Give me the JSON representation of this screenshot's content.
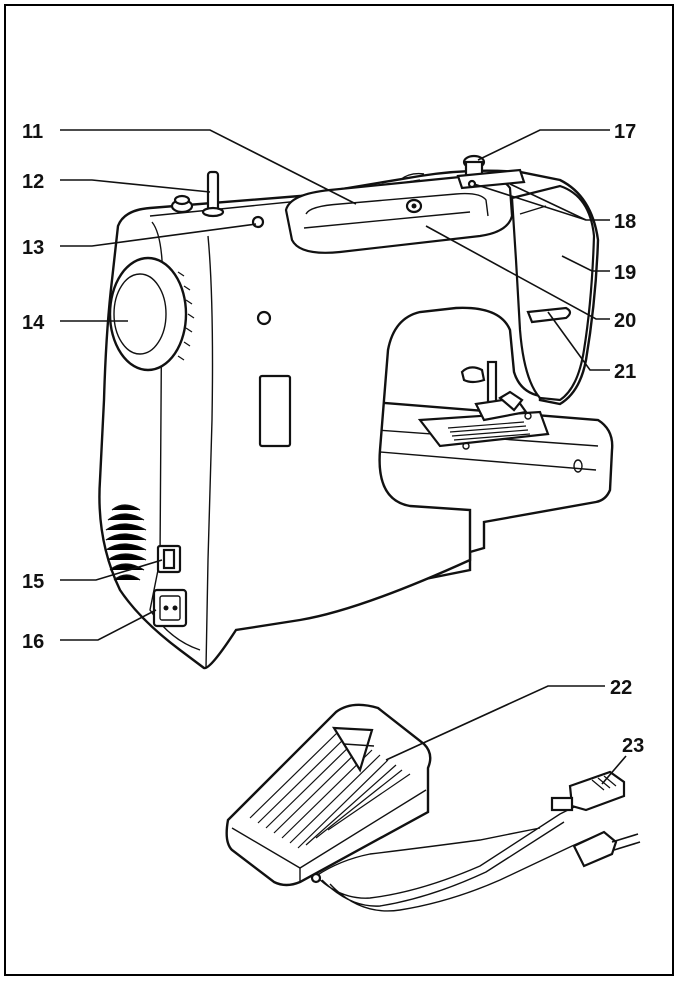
{
  "labels": {
    "l11": "11",
    "l12": "12",
    "l13": "13",
    "l14": "14",
    "l15": "15",
    "l16": "16",
    "l17": "17",
    "l18": "18",
    "l19": "19",
    "l20": "20",
    "l21": "21",
    "l22": "22",
    "l23": "23"
  }
}
